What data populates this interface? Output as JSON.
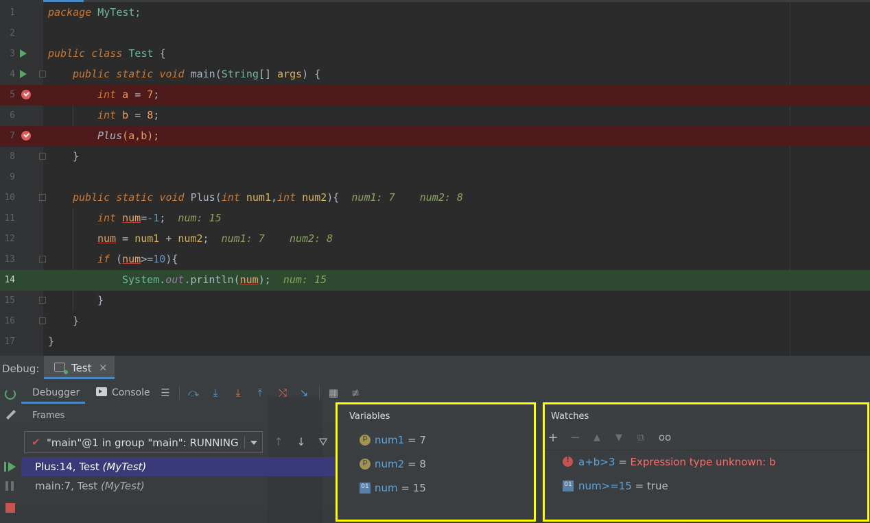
{
  "editor": {
    "lines": [
      {
        "n": "1",
        "marker": "none",
        "highlight": "none"
      },
      {
        "n": "2",
        "marker": "none",
        "highlight": "none"
      },
      {
        "n": "3",
        "marker": "run",
        "highlight": "none"
      },
      {
        "n": "4",
        "marker": "run",
        "highlight": "none"
      },
      {
        "n": "5",
        "marker": "breakpoint",
        "highlight": "breakpoint"
      },
      {
        "n": "6",
        "marker": "none",
        "highlight": "none"
      },
      {
        "n": "7",
        "marker": "breakpoint",
        "highlight": "breakpoint"
      },
      {
        "n": "8",
        "marker": "none",
        "highlight": "none"
      },
      {
        "n": "9",
        "marker": "none",
        "highlight": "none"
      },
      {
        "n": "10",
        "marker": "none",
        "highlight": "none"
      },
      {
        "n": "11",
        "marker": "none",
        "highlight": "none"
      },
      {
        "n": "12",
        "marker": "none",
        "highlight": "none"
      },
      {
        "n": "13",
        "marker": "none",
        "highlight": "none"
      },
      {
        "n": "14",
        "marker": "none",
        "highlight": "current"
      },
      {
        "n": "15",
        "marker": "none",
        "highlight": "none"
      },
      {
        "n": "16",
        "marker": "none",
        "highlight": "none"
      },
      {
        "n": "17",
        "marker": "none",
        "highlight": "none"
      }
    ],
    "tokens": {
      "package": "package",
      "pkg_name": "MyTest;",
      "public": "public",
      "class": "class",
      "class_name": "Test",
      "brace_open": "{",
      "brace_close": "}",
      "static": "static",
      "void": "void",
      "main": "main",
      "string_type": "String",
      "arr": "[]",
      "args": "args",
      "main_tail": ") {",
      "int": "int",
      "a": "a",
      "eq": "=",
      "seven": "7",
      "semi": ";",
      "b": "b",
      "eight": "8",
      "plus_call": "Plus",
      "plus_args": "(a,b);",
      "plus_name": "Plus",
      "num1": "num1",
      "num2": "num2",
      "comma": ",",
      "hint_num1": "num1: 7",
      "hint_num2": "num2: 8",
      "num": "num",
      "minus_one": "-1",
      "hint_num": "num: 15",
      "plus_op": "+",
      "if": "if",
      "ge": ">=",
      "ten": "10",
      "paren_brace": "){",
      "system": "System",
      "dot": ".",
      "out": "out",
      "println": "println"
    }
  },
  "debug": {
    "label": "Debug:",
    "tab_name": "Test",
    "tab_close": "×",
    "tabs": {
      "debugger": "Debugger",
      "console": "Console"
    },
    "toolbar_glyphs": {
      "menu": "☰",
      "over": "⤼",
      "into": "⤓",
      "force": "⤓",
      "out": "⤒",
      "drop": "⤭",
      "cursor": "↘",
      "eval": "▦",
      "trace": "≢"
    },
    "frames": {
      "header": "Frames",
      "thread": "\"main\"@1 in group \"main\": RUNNING",
      "check": "✔",
      "up": "↑",
      "down": "↓",
      "filter": "⛛",
      "items": [
        {
          "loc": "Plus:14, Test",
          "pkg": "(MyTest)"
        },
        {
          "loc": "main:7, Test",
          "pkg": "(MyTest)"
        }
      ]
    },
    "variables": {
      "header": "Variables",
      "items": [
        {
          "name": "num1",
          "eq": "=",
          "value": "7",
          "icon": "param-icon"
        },
        {
          "name": "num2",
          "eq": "=",
          "value": "8",
          "icon": "param-icon"
        },
        {
          "name": "num",
          "eq": "=",
          "value": "15",
          "icon": "local-var-icon"
        }
      ]
    },
    "watches": {
      "header": "Watches",
      "buttons": {
        "add": "+",
        "remove": "−",
        "up": "▲",
        "down": "▼",
        "copy": "⧉",
        "glasses": "oo"
      },
      "items": [
        {
          "expr": "a+b>3",
          "eq": "=",
          "value": "Expression type unknown: b",
          "status": "error"
        },
        {
          "expr": "num>=15",
          "eq": "=",
          "value": "true",
          "status": "ok"
        }
      ]
    }
  },
  "colors": {
    "editor_bg": "#2b2b2b",
    "breakpoint_line": "#4e1a1a",
    "current_line": "#2d4a31",
    "highlight_box": "#ffff00",
    "accent": "#4a88c7"
  }
}
